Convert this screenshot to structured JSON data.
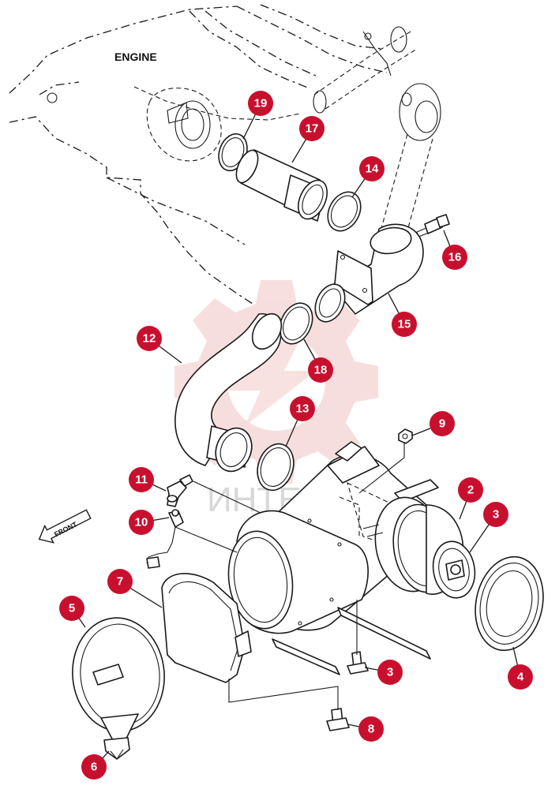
{
  "labels": {
    "engine": "ENGINE",
    "front": "FRONT",
    "watermark": "ИНТЕХ"
  },
  "colors": {
    "callout": "#c8102e",
    "watermark_gear": "#f2c4c4",
    "line": "#1a1a1a"
  },
  "callouts": [
    {
      "id": "19",
      "label": "19"
    },
    {
      "id": "17",
      "label": "17"
    },
    {
      "id": "14",
      "label": "14"
    },
    {
      "id": "16",
      "label": "16"
    },
    {
      "id": "15",
      "label": "15"
    },
    {
      "id": "12",
      "label": "12"
    },
    {
      "id": "18",
      "label": "18"
    },
    {
      "id": "13",
      "label": "13"
    },
    {
      "id": "9",
      "label": "9"
    },
    {
      "id": "2",
      "label": "2"
    },
    {
      "id": "3a",
      "label": "3"
    },
    {
      "id": "11",
      "label": "11"
    },
    {
      "id": "10",
      "label": "10"
    },
    {
      "id": "7",
      "label": "7"
    },
    {
      "id": "5",
      "label": "5"
    },
    {
      "id": "3b",
      "label": "3"
    },
    {
      "id": "4",
      "label": "4"
    },
    {
      "id": "8",
      "label": "8"
    },
    {
      "id": "6",
      "label": "6"
    }
  ]
}
